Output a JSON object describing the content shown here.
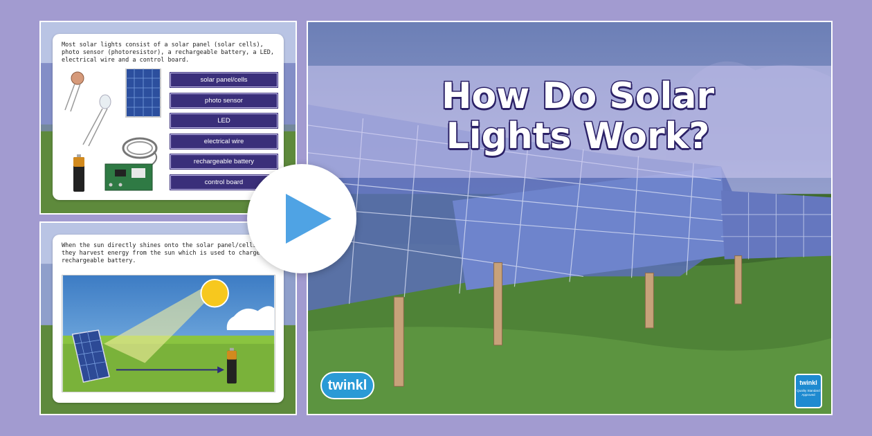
{
  "top_slide": {
    "intro": "Most solar lights consist of a solar panel (solar cells), photo sensor (photoresistor), a rechargeable battery, a LED, electrical wire and a control board.",
    "labels": [
      "solar panel/cells",
      "photo sensor",
      "LED",
      "electrical wire",
      "rechargeable battery",
      "control board"
    ]
  },
  "bottom_slide": {
    "intro": "When the sun directly shines onto the solar panel/cells, they harvest energy from the sun which is used to charge the rechargeable battery."
  },
  "main_slide": {
    "title_line1": "How Do Solar",
    "title_line2": "Lights Work?",
    "logo": "twinkl",
    "badge_name": "twinkl",
    "badge_caption": "Quality Standard Approved"
  },
  "colors": {
    "background": "#a29bd0",
    "label_fill": "#3a2f7a",
    "title_outline": "#2b2166",
    "play_icon": "#4fa3e4",
    "brand_blue": "#2a9ad6"
  },
  "icons": {
    "play": "play-icon",
    "photoresistor": "photoresistor-icon",
    "led": "led-icon",
    "solar_panel": "solar-panel-icon",
    "wire": "wire-coil-icon",
    "battery": "battery-icon",
    "board": "control-board-icon",
    "sun": "sun-icon"
  }
}
